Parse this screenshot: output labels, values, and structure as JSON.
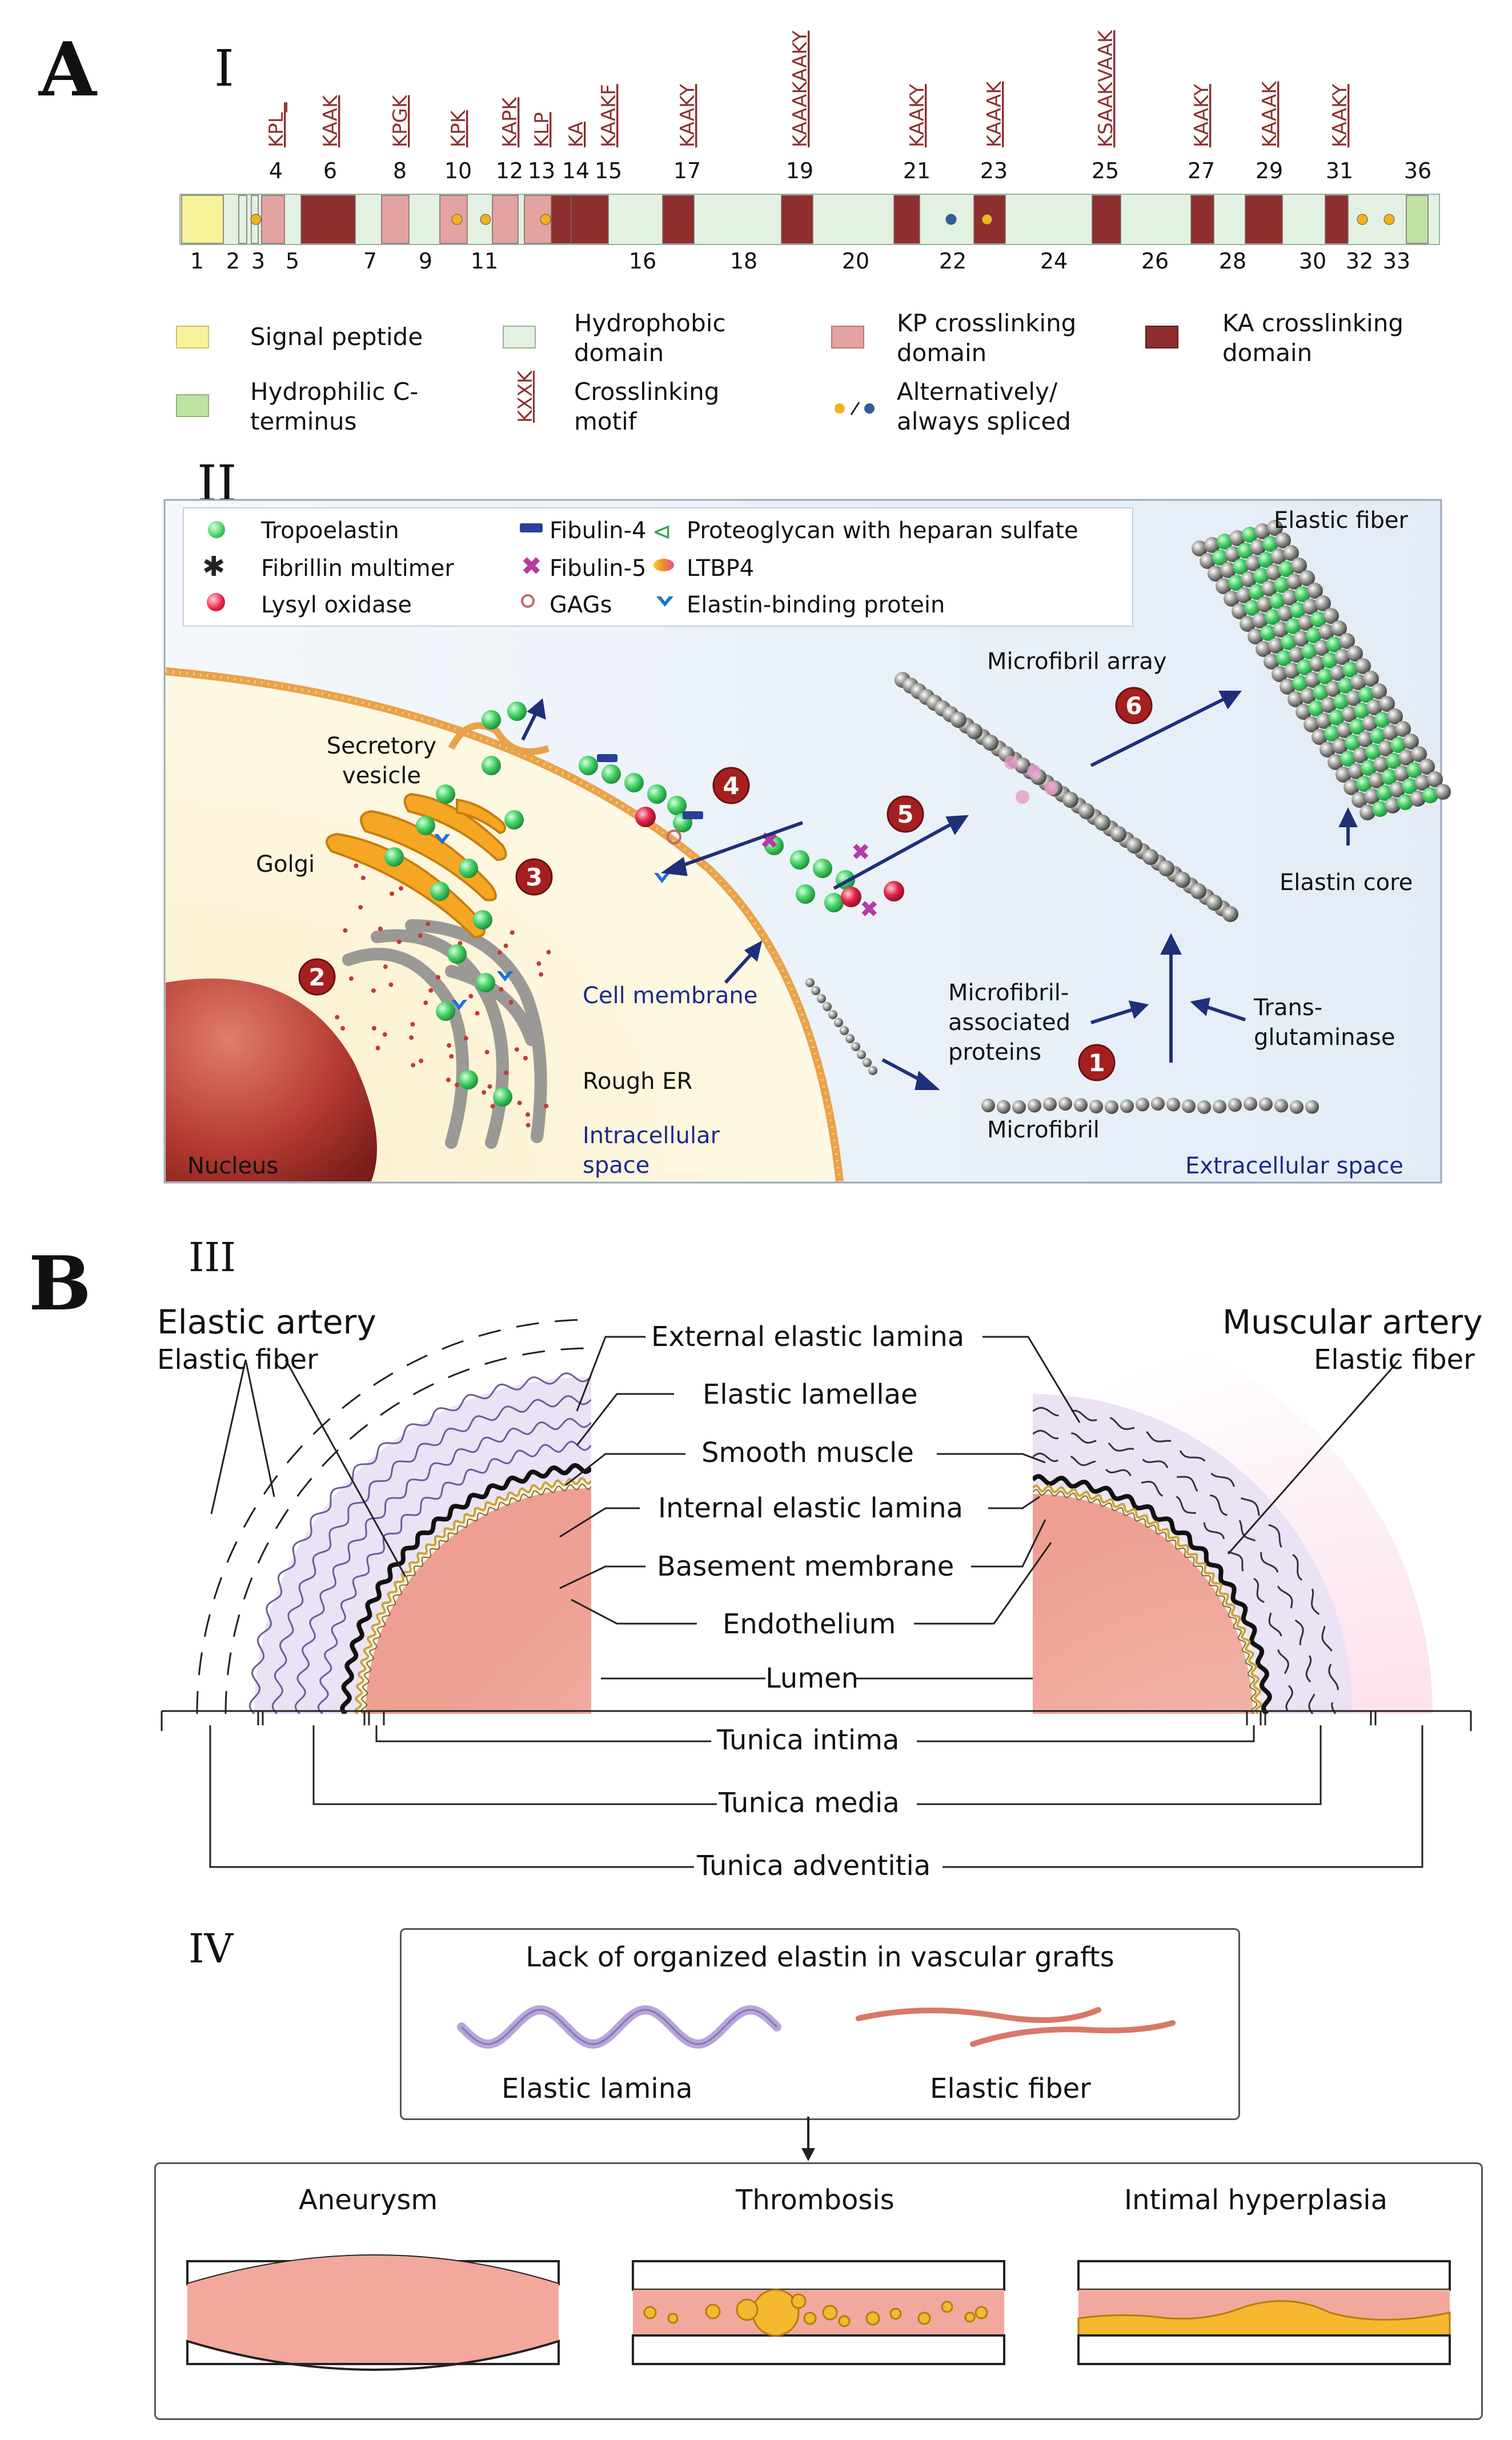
{
  "panels": {
    "A": "A",
    "B": "B",
    "I": "I",
    "II": "II",
    "III": "III",
    "IV": "IV"
  },
  "exon_map": {
    "top_numbers": [
      "4",
      "6",
      "8",
      "10",
      "12",
      "13",
      "14",
      "15",
      "17",
      "19",
      "21",
      "23",
      "25",
      "27",
      "29",
      "31",
      "36"
    ],
    "bottom_numbers": [
      "1",
      "2",
      "3",
      "5",
      "7",
      "9",
      "11",
      "16",
      "18",
      "20",
      "22",
      "24",
      "26",
      "28",
      "30",
      "32",
      "33"
    ],
    "motifs": [
      "KPL_",
      "KAAK",
      "KPGK",
      "KPK",
      "KAPK",
      "KLP",
      "KA",
      "KAAKF",
      "KAAKY",
      "KAAAKAAKY",
      "KAAKY",
      "KAAAK",
      "KSAAKVAAK",
      "KAAKY",
      "KAAAK",
      "KAAKY"
    ]
  },
  "legend_I": {
    "signal": "Signal peptide",
    "hydrophobic": "Hydrophobic domain",
    "kp": "KP crosslinking domain",
    "ka": "KA crosslinking domain",
    "hydrophilic": "Hydrophilic C-terminus",
    "motif_icon": "KXXK",
    "motif": "Crosslinking motif",
    "spliced": "Alternatively/ always spliced"
  },
  "legend_II": {
    "tropoelastin": "Tropoelastin",
    "fibulin4": "Fibulin-4",
    "proteoglycan": "Proteoglycan with heparan sulfate",
    "fibrillin": "Fibrillin multimer",
    "fibulin5": "Fibulin-5",
    "ltbp4": "LTBP4",
    "lysyl": "Lysyl oxidase",
    "gags": "GAGs",
    "ebp": "Elastin-binding protein"
  },
  "cell_labels": {
    "secretory": "Secretory vesicle",
    "golgi": "Golgi",
    "rough_er": "Rough ER",
    "nucleus": "Nucleus",
    "cell_membrane": "Cell membrane",
    "intracellular": "Intracellular space",
    "extracellular": "Extracellular space",
    "microfibril": "Microfibril",
    "mfap": "Microfibril- associated proteins",
    "transglut": "Trans- glutaminase",
    "mf_array": "Microfibril array",
    "elastic_fiber": "Elastic fiber",
    "elastin_core": "Elastin core",
    "steps": [
      "1",
      "2",
      "3",
      "4",
      "5",
      "6"
    ]
  },
  "artery": {
    "elastic_artery": "Elastic artery",
    "muscular_artery": "Muscular artery",
    "elastic_fiber_left": "Elastic fiber",
    "elastic_fiber_right": "Elastic fiber",
    "layers": [
      "External elastic lamina",
      "Elastic lamellae",
      "Smooth muscle",
      "Internal elastic lamina",
      "Basement membrane",
      "Endothelium",
      "Lumen"
    ],
    "tunica": [
      "Tunica intima",
      "Tunica media",
      "Tunica adventitia"
    ]
  },
  "grafts": {
    "title": "Lack of organized elastin in vascular grafts",
    "lamina": "Elastic lamina",
    "fiber": "Elastic fiber",
    "outcomes": [
      "Aneurysm",
      "Thrombosis",
      "Intimal hyperplasia"
    ]
  },
  "colors": {
    "signal": "#f7f29a",
    "hydrophobic": "#e3f1e3",
    "kp": "#e3a3a0",
    "ka": "#8e2e2e",
    "hydrophilic": "#bfe3a5",
    "cell_bg": "#fdf7e0",
    "extracell_bg": "#eef4fa",
    "lumen": "#f2b6ac",
    "lamina": "#b7a6d9",
    "fiber": "#d87868"
  }
}
